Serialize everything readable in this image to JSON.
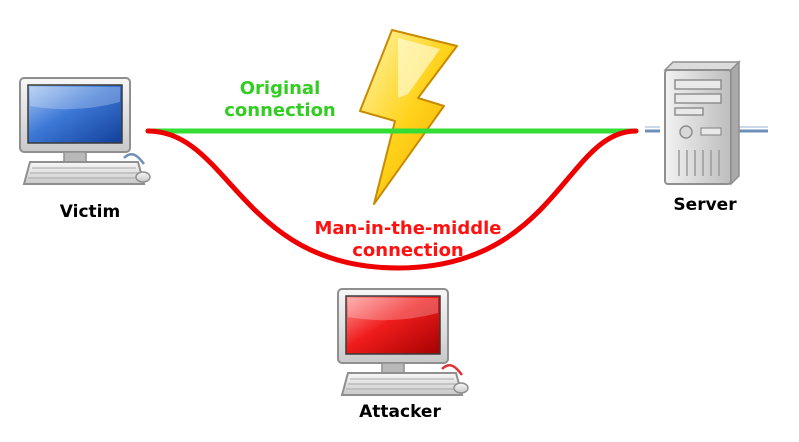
{
  "nodes": {
    "victim": {
      "label": "Victim"
    },
    "server": {
      "label": "Server"
    },
    "attacker": {
      "label": "Attacker"
    }
  },
  "connections": {
    "original": {
      "line1": "Original",
      "line2": "connection",
      "color": "#33dd33"
    },
    "mitm": {
      "line1": "Man-in-the-middle",
      "line2": "connection",
      "color": "#ee0000"
    }
  },
  "icons": {
    "victim": "desktop-computer-icon",
    "attacker": "desktop-computer-icon",
    "server": "server-tower-icon",
    "break": "lightning-bolt-icon"
  },
  "colors": {
    "victim_screen": "#2a5bbf",
    "attacker_screen": "#dd0000",
    "bolt": "#ffd21a"
  }
}
